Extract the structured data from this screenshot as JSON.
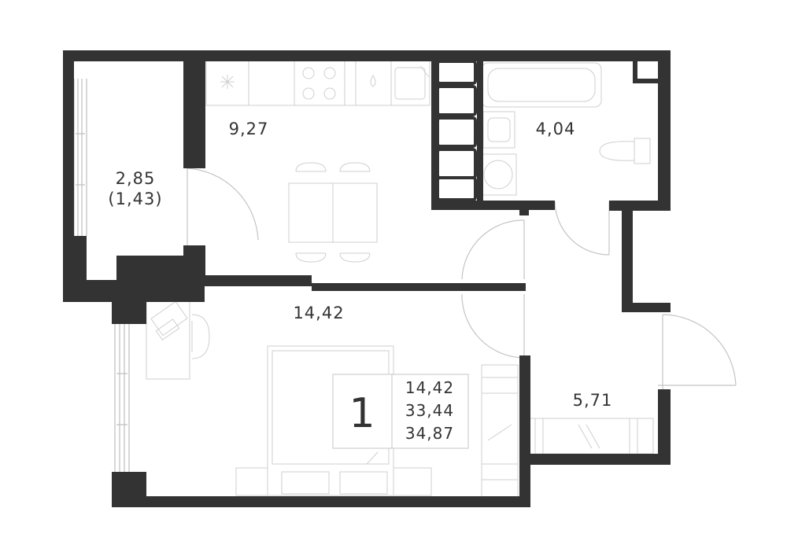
{
  "rooms": {
    "loggia": {
      "area": "2,85",
      "reduced_area": "(1,43)"
    },
    "kitchen": {
      "area": "9,27"
    },
    "bathroom": {
      "area": "4,04"
    },
    "living_room": {
      "area": "14,42"
    },
    "hallway": {
      "area": "5,71"
    }
  },
  "summary": {
    "room_count": "1",
    "living_area": "14,42",
    "total_area": "33,44",
    "total_area_with_loggia": "34,87"
  },
  "colors": {
    "wall": "#333333",
    "furniture": "#cfcfcf",
    "background": "#ffffff"
  }
}
